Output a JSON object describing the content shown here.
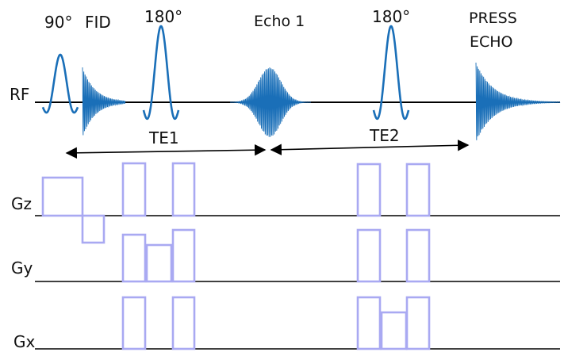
{
  "pulse_labels": {
    "p90": "90°",
    "fid": "FID",
    "p180a": "180°",
    "echo1": "Echo 1",
    "p180b": "180°",
    "press_1": "PRESS",
    "press_2": "ECHO"
  },
  "row_labels": {
    "rf": "RF",
    "gz": "Gz",
    "gy": "Gy",
    "gx": "Gx"
  },
  "intervals": {
    "te1": "TE1",
    "te2": "TE2"
  },
  "colors": {
    "rf_pulse": "#1a6fb8",
    "gradient": "#a9a9f2",
    "baseline": "#000000"
  }
}
